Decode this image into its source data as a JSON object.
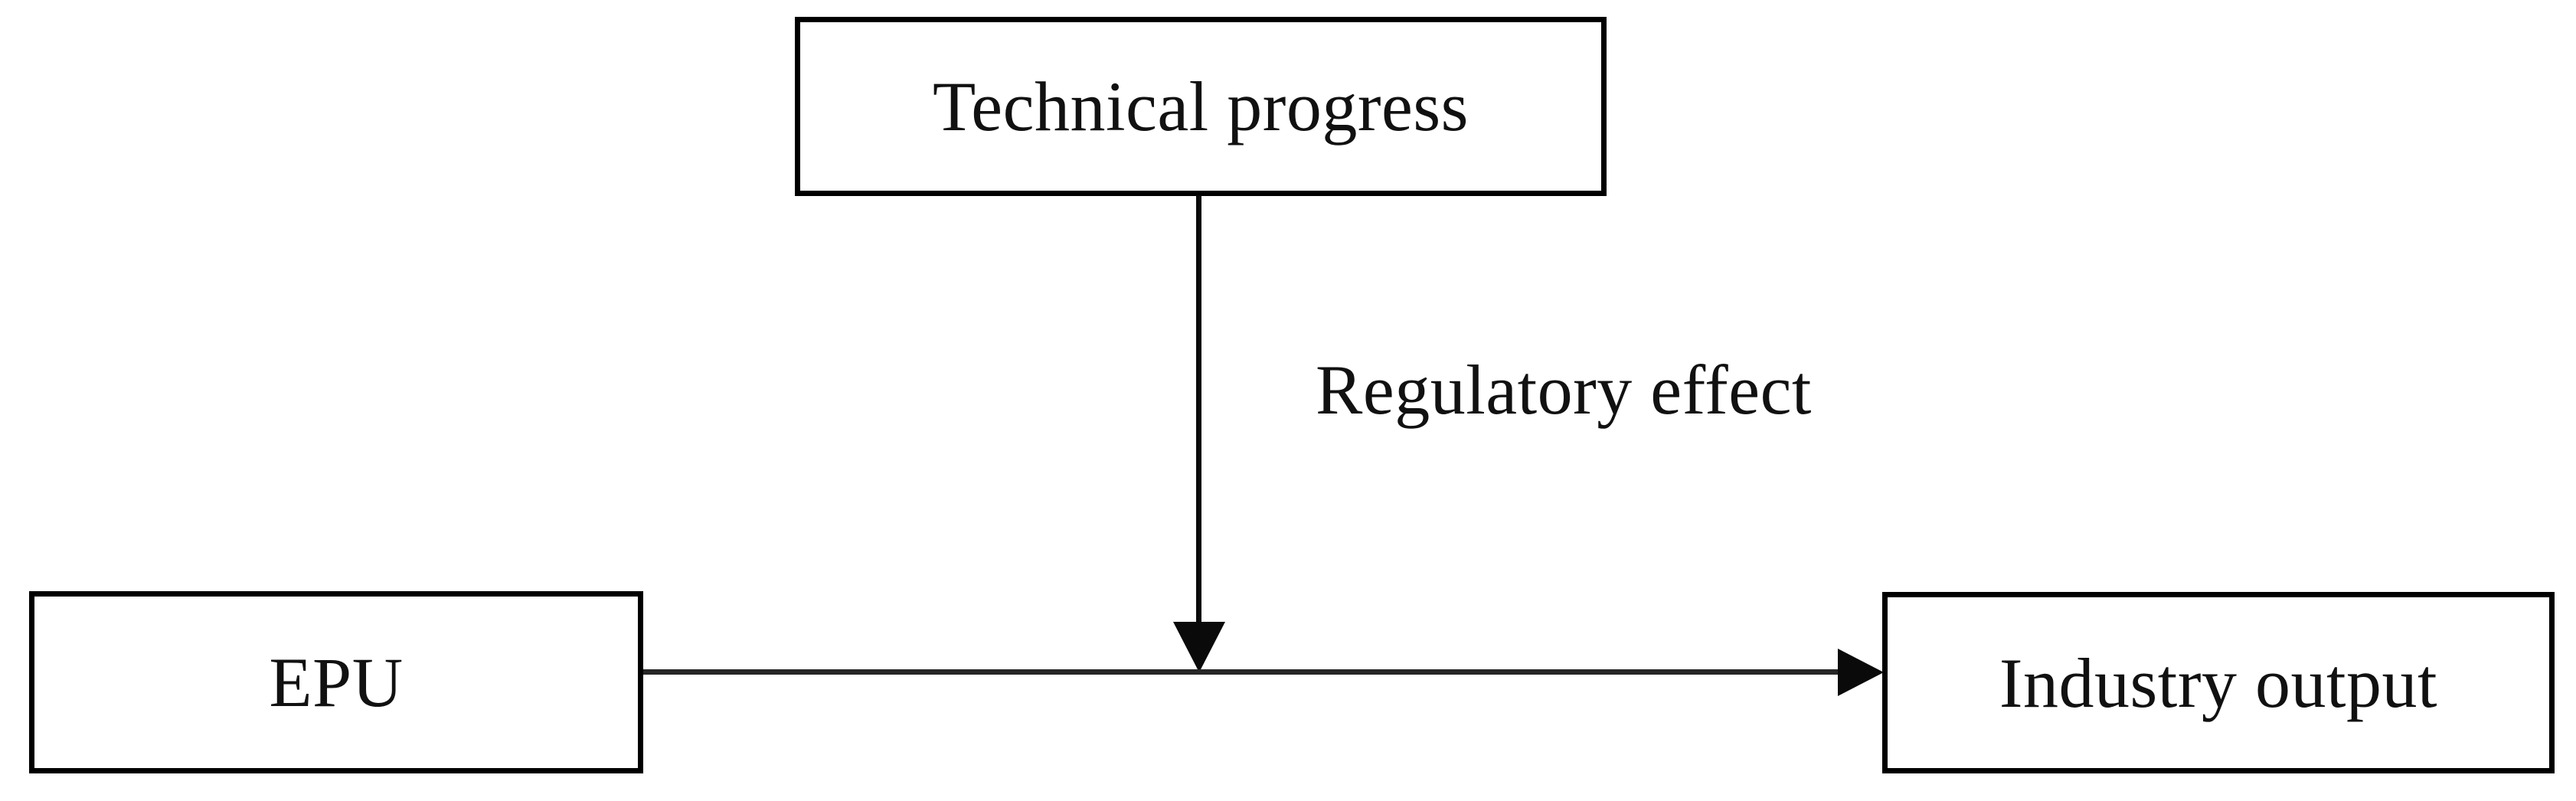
{
  "diagram": {
    "type": "moderation-effect-diagram",
    "background_color": "#ffffff",
    "line_color": "#0a0a0a",
    "box_border_color": "#000000",
    "text_color": "#111111",
    "nodes": [
      {
        "id": "technical-progress",
        "label": "Technical progress",
        "role": "moderator",
        "position": "top-center"
      },
      {
        "id": "epu",
        "label": "EPU",
        "role": "independent-variable",
        "position": "bottom-left"
      },
      {
        "id": "industry-output",
        "label": "Industry output",
        "role": "dependent-variable",
        "position": "bottom-right"
      }
    ],
    "edges": [
      {
        "id": "epu-to-industry-output",
        "from": "epu",
        "to": "industry-output",
        "direction": "horizontal-right",
        "arrow": "single",
        "label": ""
      },
      {
        "id": "technical-progress-moderates",
        "from": "technical-progress",
        "to": "epu-to-industry-output",
        "direction": "vertical-down",
        "arrow": "single",
        "label": "Regulatory effect"
      }
    ]
  }
}
